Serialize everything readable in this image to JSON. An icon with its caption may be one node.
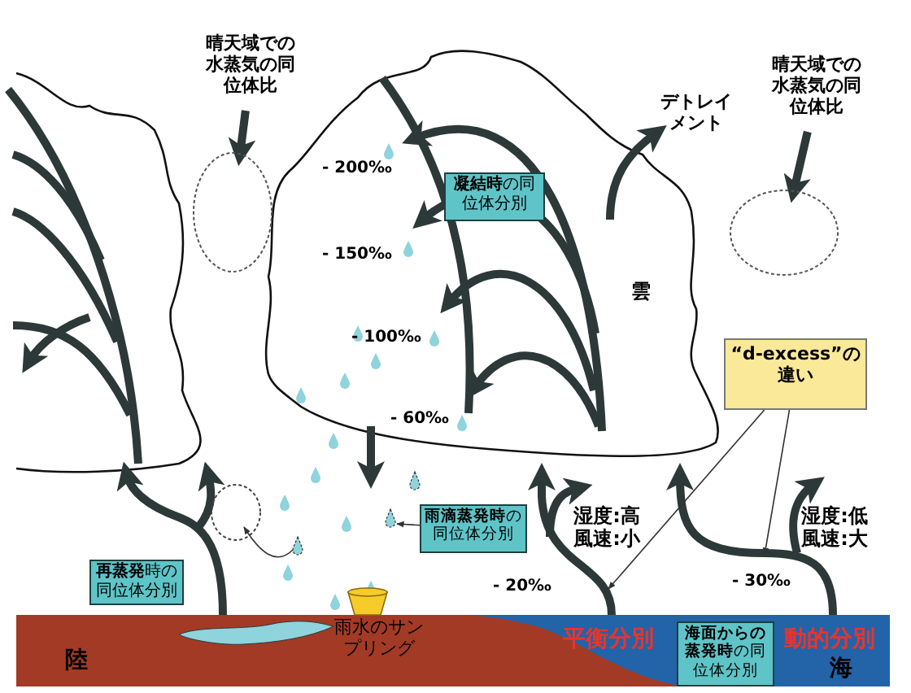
{
  "diagram": {
    "nodes": [
      {
        "text": [
          "**凝結時**の同位体分別"
        ]
      },
      {
        "text": [
          "**雨滴蒸発時**の同位体分別"
        ]
      },
      {
        "text": [
          "**再蒸発**時の同位体分別"
        ]
      },
      {
        "text": [
          "**海面からの蒸発時**の同位体分別"
        ]
      },
      {
        "text": [
          "“d-excess”の違い"
        ]
      },
      {
        "text": [
          "晴天域での水蒸気の同位体比"
        ]
      },
      {
        "text": [],
        "shape": "circle"
      },
      {
        "text": [
          "晴天域での水蒸気の同位体比"
        ]
      },
      {
        "text": [],
        "shape": "circle"
      },
      {
        "text": [],
        "shape": "arrow"
      },
      {
        "text": [],
        "shape": "arrow"
      }
    ],
    "edges": [
      {
        "from": 5,
        "to": 6,
        "arrow": "to",
        "style": "thick"
      },
      {
        "from": 7,
        "to": 8,
        "arrow": "to",
        "style": "thick"
      },
      {
        "from": 1,
        "to": null,
        "arrow": "to"
      },
      {
        "from": 4,
        "to": 9,
        "arrow": "to"
      },
      {
        "from": 4,
        "to": 10,
        "arrow": "to"
      }
    ],
    "labels": [
      "デトレイメント",
      "- 200‰",
      "- 150‰",
      "雲",
      "- 100‰",
      "- 60‰",
      "湿度:高風速:小",
      "湿度:低風速:大",
      "- 20‰",
      "- 30‰",
      "平衡分別",
      "動的分別",
      "雨水のサンプリング",
      "陸",
      "海"
    ]
  }
}
